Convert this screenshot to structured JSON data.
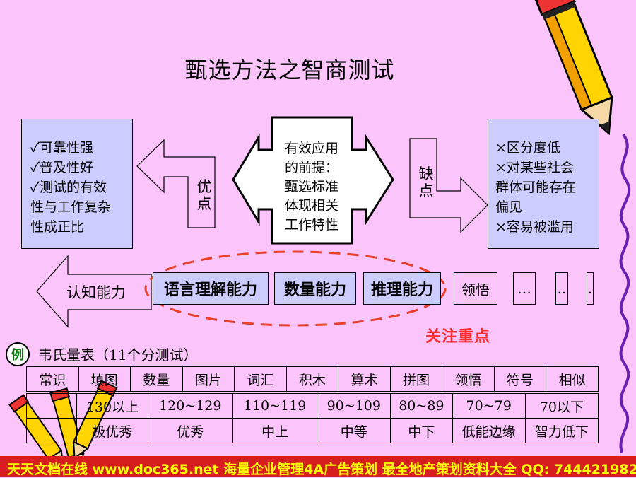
{
  "title": "甄选方法之智商测试",
  "advantages": {
    "items": [
      "✓可靠性强",
      "✓普及性好",
      "✓测试的有效",
      "性与工作复杂",
      "性成正比"
    ],
    "arrow_label": "优点"
  },
  "center": {
    "lines": [
      "有效应用",
      "的前提：",
      "甄选标准",
      "体现相关",
      "工作特性"
    ]
  },
  "disadvantages": {
    "arrow_label": "缺点",
    "items": [
      "×区分度低",
      "×对某些社会",
      "群体可能存在",
      "偏见",
      "×容易被滥用"
    ]
  },
  "cognitive": {
    "arrow_label": "认知能力",
    "abilities": [
      "语言理解能力",
      "数量能力",
      "推理能力"
    ],
    "others": [
      "领悟",
      "…",
      "..",
      "."
    ]
  },
  "focus_note": "关注重点",
  "wechsler": {
    "badge": "例",
    "title": "韦氏量表（11个分测试）",
    "subtests": [
      "常识",
      "填图",
      "数量",
      "图片",
      "词汇",
      "积木",
      "算术",
      "拼图",
      "领悟",
      "符号",
      "相似"
    ],
    "scores": [
      "130以上",
      "120~129",
      "110~119",
      "90~109",
      "80~89",
      "70~79",
      "70以下"
    ],
    "levels": [
      "极优秀",
      "优秀",
      "中上",
      "中等",
      "中下",
      "低能边缘",
      "智力低下"
    ]
  },
  "footer": "天天文档在线  www.doc365.net  海量企业管理4A广告策划 最全地产策划资料大全  QQ: 744421982",
  "colors": {
    "background": "#FBC4FB",
    "box_fill": "#CCCCFF",
    "focus_red": "#FF2A2A",
    "footer_red": "#D61E1E",
    "footer_text": "#FFFF00",
    "example_green": "#0A7A0A"
  },
  "icons": [
    "pencil-icon",
    "pencil-bundle-icon"
  ]
}
